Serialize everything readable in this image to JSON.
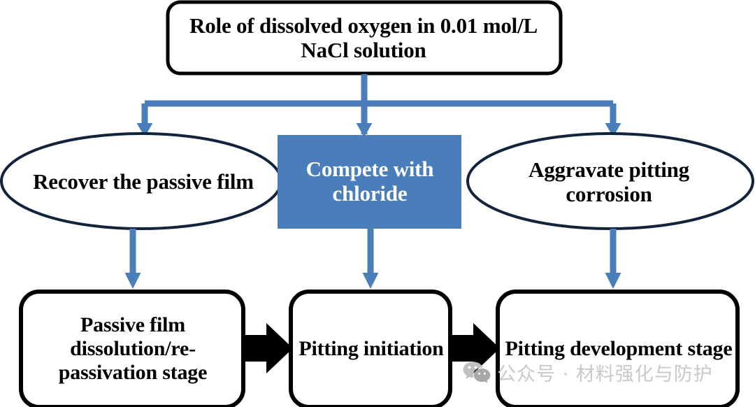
{
  "diagram": {
    "title_box": {
      "label": "Role of dissolved oxygen in 0.01 mol/L NaCl solution"
    },
    "middle_row": [
      {
        "name": "recover-passive-film",
        "shape": "ellipse",
        "label": "Recover the passive film"
      },
      {
        "name": "compete-with-chloride",
        "shape": "rect",
        "label": "Compete with chloride"
      },
      {
        "name": "aggravate-pitting-corrosion",
        "shape": "ellipse",
        "label": "Aggravate pitting corrosion"
      }
    ],
    "bottom_row": [
      {
        "name": "passive-film-dissolution-stage",
        "label": "Passive film dissolution/re-passivation stage"
      },
      {
        "name": "pitting-initiation",
        "label": "Pitting initiation"
      },
      {
        "name": "pitting-development-stage",
        "label": "Pitting development stage"
      }
    ],
    "watermark": {
      "text": "公众号 · 材料强化与防护",
      "icon": "wechat-icon"
    },
    "colors": {
      "accent_blue": "#4a7ebb",
      "connector_blue": "#4a7ebb",
      "outline_dark": "#12243c",
      "outline_black": "#000000",
      "text_dark": "#000000",
      "text_light": "#ffffff",
      "watermark_gray": "#c9c9c9",
      "background": "#ffffff"
    }
  }
}
